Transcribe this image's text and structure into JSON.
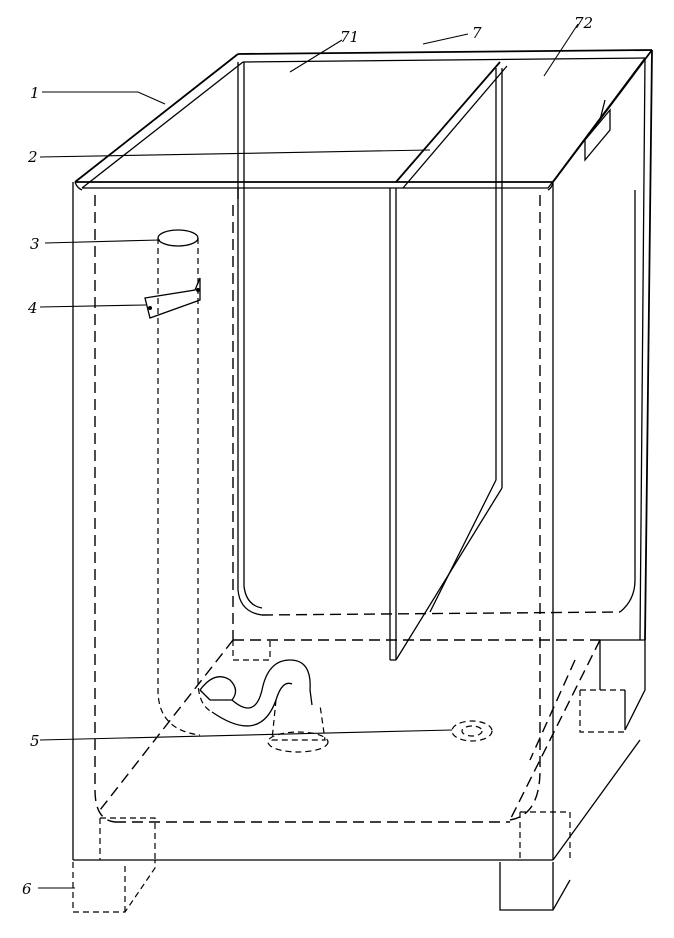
{
  "figure": {
    "labels": {
      "l1": "1",
      "l2": "2",
      "l3": "3",
      "l4": "4",
      "l5": "5",
      "l6": "6",
      "l7": "7",
      "l71": "71",
      "l72": "72"
    }
  }
}
